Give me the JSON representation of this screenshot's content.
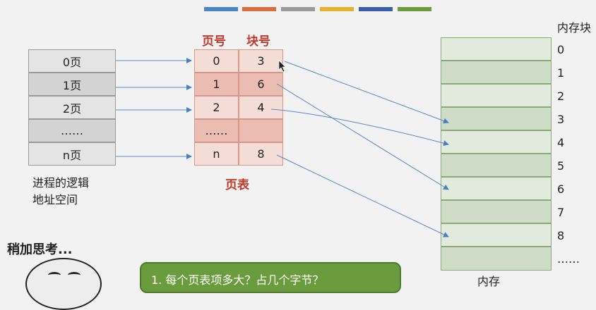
{
  "legend_bar_colors": [
    "#4a86c5",
    "#d86f3a",
    "#9a9a9a",
    "#e5b12e",
    "#3a5fa8",
    "#6a9b3c"
  ],
  "logical": {
    "rows": [
      "0页",
      "1页",
      "2页",
      "……",
      "n页"
    ],
    "caption_line1": "进程的逻辑",
    "caption_line2": "地址空间"
  },
  "page_table": {
    "header_page": "页号",
    "header_block": "块号",
    "rows": [
      {
        "page": "0",
        "block": "3"
      },
      {
        "page": "1",
        "block": "6"
      },
      {
        "page": "2",
        "block": "4"
      },
      {
        "page": "……",
        "block": ""
      },
      {
        "page": "n",
        "block": "8"
      }
    ],
    "caption": "页表"
  },
  "memory": {
    "header": "内存块",
    "numbers": [
      "0",
      "1",
      "2",
      "3",
      "4",
      "5",
      "6",
      "7",
      "8",
      "……"
    ],
    "caption": "内存"
  },
  "thinking": {
    "label": "稍加思考...",
    "question": "1.  每个页表项多大？占几个字节？"
  }
}
